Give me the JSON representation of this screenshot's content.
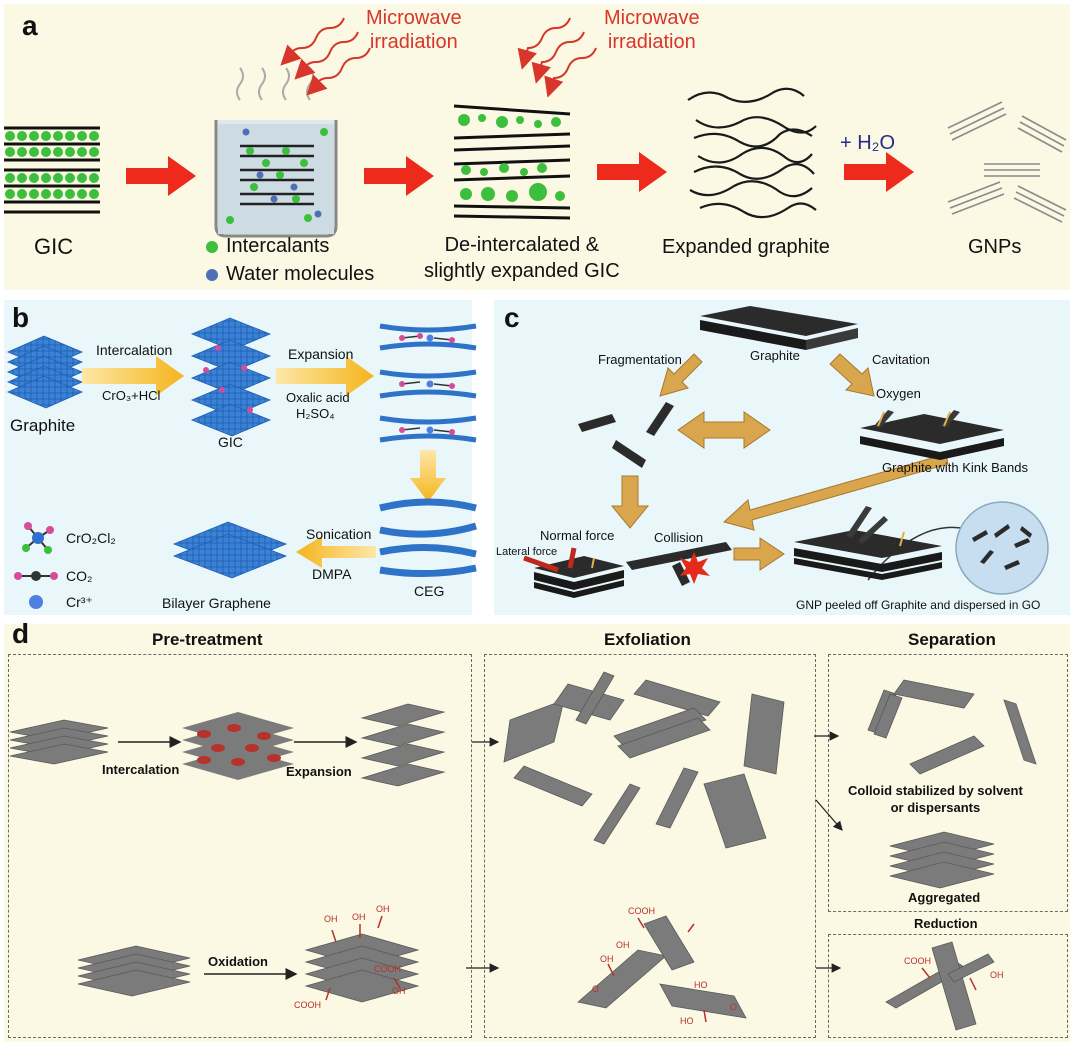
{
  "panel_a": {
    "label": "a",
    "microwave_1": [
      "Microwave",
      "irradiation"
    ],
    "microwave_2": [
      "Microwave",
      "irradiation"
    ],
    "gic": "GIC",
    "intercalants": "Intercalants",
    "water": "Water molecules",
    "deint": [
      "De-intercalated &",
      "slightly expanded GIC"
    ],
    "expanded": "Expanded graphite",
    "h2o": "+ H₂O",
    "gnps": "GNPs",
    "colors": {
      "arrow": "#ee2a1c",
      "intercalant": "#3cbf3c",
      "water": "#4e6fb5",
      "microwave": "#d8362a"
    }
  },
  "panel_b": {
    "label": "b",
    "graphite": "Graphite",
    "intercalation": "Intercalation",
    "reagent1": "CrO₃+HCl",
    "gic": "GIC",
    "expansion": "Expansion",
    "reagent2a": "Oxalic acid",
    "reagent2b": "H₂SO₄",
    "ceg": "CEG",
    "sonication": "Sonication",
    "dmpa": "DMPA",
    "bilayer": "Bilayer Graphene",
    "legend": [
      "CrO₂Cl₂",
      "CO₂",
      "Cr³⁺"
    ],
    "colors": {
      "arrow": "#f5b51c",
      "sheet": "#2f73c9"
    }
  },
  "panel_c": {
    "label": "c",
    "graphite": "Graphite",
    "fragmentation": "Fragmentation",
    "cavitation": "Cavitation",
    "oxygen": "Oxygen",
    "kink": "Graphite with Kink Bands",
    "normal_force": "Normal force",
    "lateral_force": "Lateral force",
    "collision": "Collision",
    "gnp_peeled": "GNP peeled off Graphite and dispersed in GO",
    "colors": {
      "arrow": "#d9a64e",
      "sheet": "#2b2b2b"
    }
  },
  "panel_d": {
    "label": "d",
    "pretreatment": "Pre-treatment",
    "exfoliation": "Exfoliation",
    "separation": "Separation",
    "intercalation": "Intercalation",
    "expansion": "Expansion",
    "oxidation": "Oxidation",
    "colloid": [
      "Colloid stabilized by solvent",
      "or dispersants"
    ],
    "aggregated": "Aggregated",
    "reduction": "Reduction",
    "groups": {
      "oh": "OH",
      "cooh": "COOH",
      "ho": "HO",
      "o": "O"
    },
    "colors": {
      "sheet": "#7b7b7b",
      "group": "#b5332a"
    }
  }
}
